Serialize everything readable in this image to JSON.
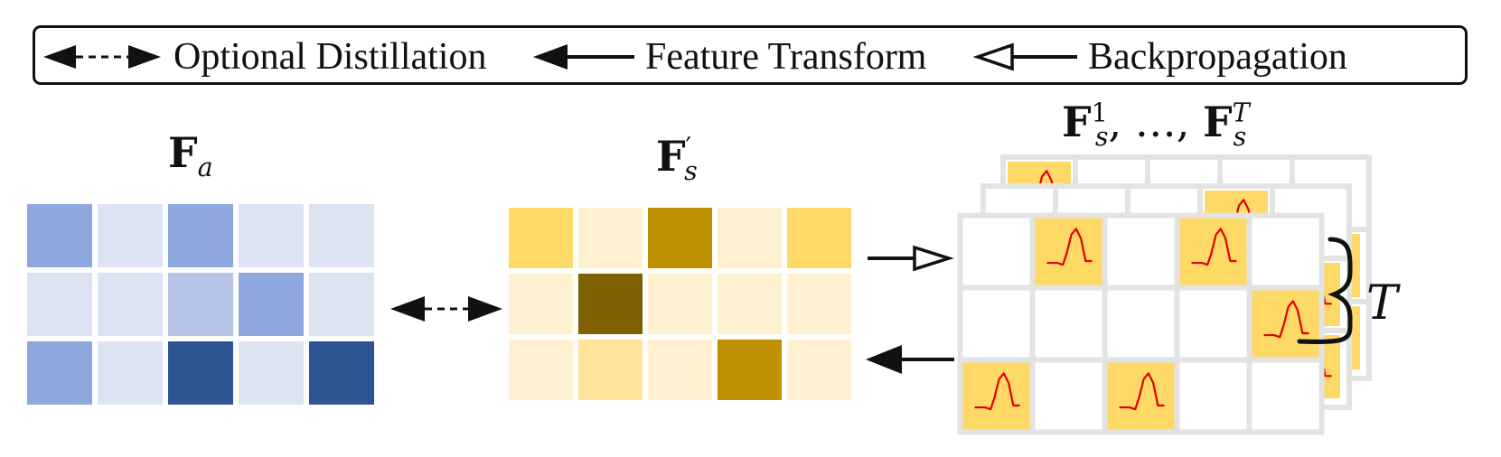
{
  "legend": {
    "optional_distillation": "Optional Distillation",
    "feature_transform": "Feature Transform",
    "backpropagation": "Backpropagation"
  },
  "labels": {
    "fa_base": "F",
    "fa_sub": "a",
    "fs_prime_base": "F",
    "fs_prime_mark": "′",
    "fs_prime_sub": "s",
    "stack_first_base": "F",
    "stack_first_sub": "s",
    "stack_first_sup": "1",
    "stack_sep": ", …, ",
    "stack_last_base": "F",
    "stack_last_sub": "s",
    "stack_last_sup": "T",
    "depth": "T"
  },
  "colors": {
    "blue_light": "#dce3f3",
    "blue_mid_light": "#b5c4e6",
    "blue_mid": "#8ea7dc",
    "blue_dark": "#2e5593",
    "yellow_light": "#fff1cf",
    "yellow_mid": "#ffe39a",
    "yellow_strong": "#ffd966",
    "gold": "#bf9000",
    "brown": "#7f6000",
    "grid_gray": "#e3e3e3",
    "wave_red": "#e00000"
  },
  "grids": {
    "fa": [
      [
        "blue_mid",
        "blue_light",
        "blue_mid",
        "blue_light",
        "blue_light"
      ],
      [
        "blue_light",
        "blue_light",
        "blue_mid_light",
        "blue_mid",
        "blue_light"
      ],
      [
        "blue_mid",
        "blue_light",
        "blue_dark",
        "blue_light",
        "blue_dark"
      ]
    ],
    "fs_prime": [
      [
        "yellow_strong",
        "yellow_light",
        "gold",
        "yellow_light",
        "yellow_strong"
      ],
      [
        "yellow_light",
        "brown",
        "yellow_light",
        "yellow_light",
        "yellow_light"
      ],
      [
        "yellow_light",
        "yellow_mid",
        "yellow_light",
        "gold",
        "yellow_light"
      ]
    ],
    "stack_front": [
      [
        0,
        1,
        0,
        1,
        0
      ],
      [
        0,
        0,
        0,
        0,
        1
      ],
      [
        1,
        0,
        1,
        0,
        0
      ]
    ]
  }
}
